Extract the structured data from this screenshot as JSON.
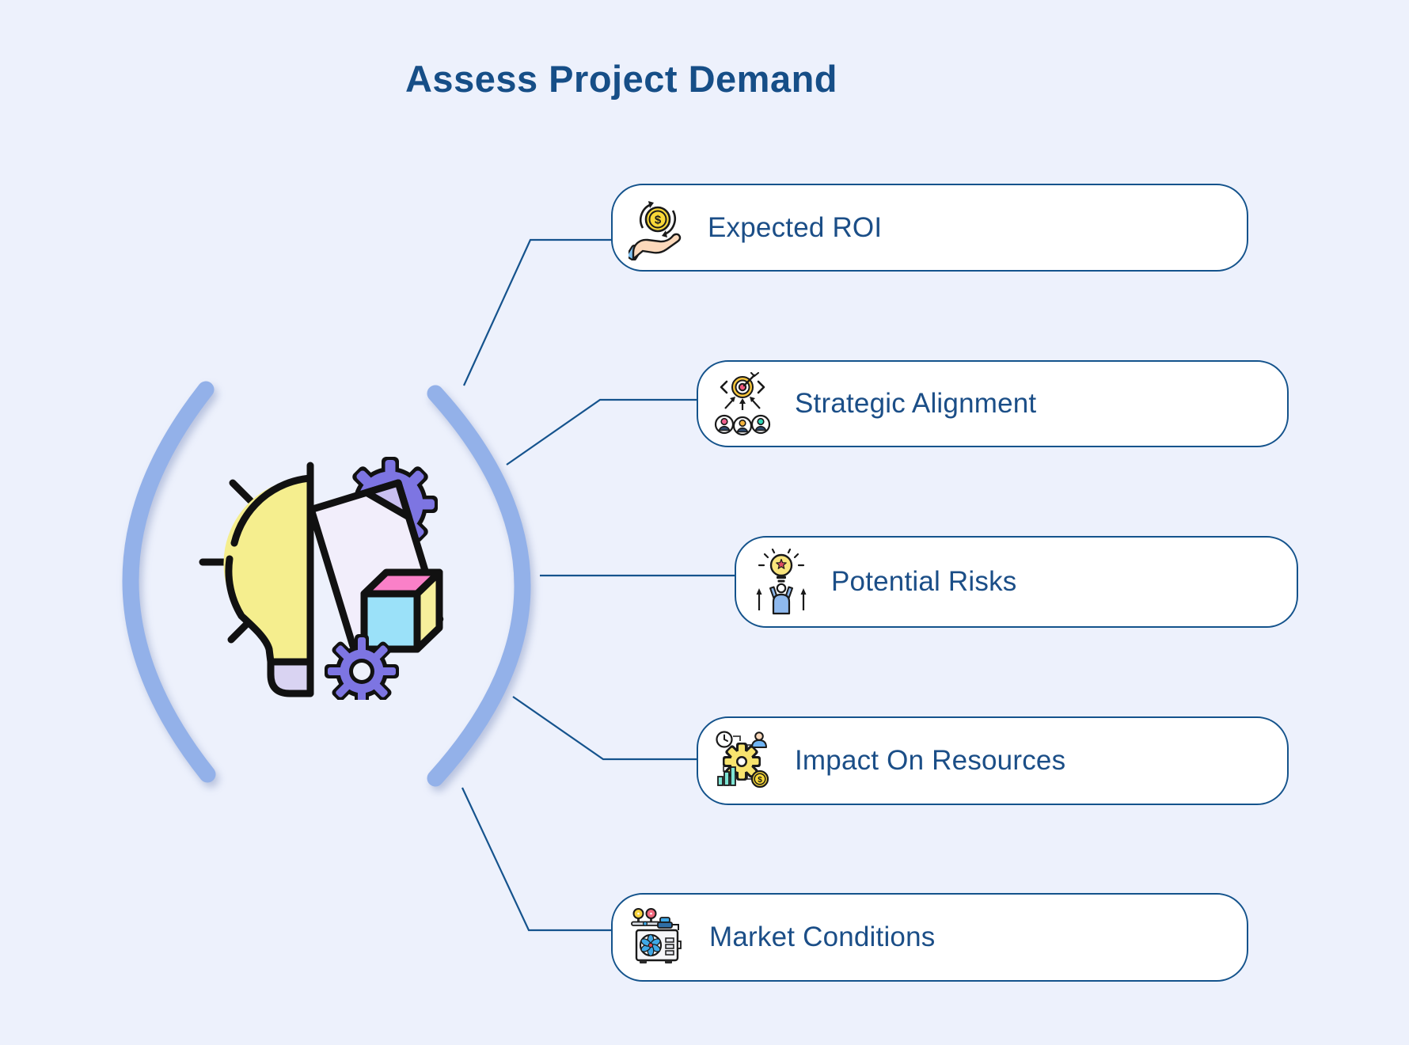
{
  "title": "Assess Project Demand",
  "colors": {
    "background": "#edf1fc",
    "title_text": "#164e87",
    "card_border": "#14538c",
    "card_background": "#ffffff",
    "card_label_text": "#1b4e87",
    "arc": "#93b1e9",
    "connector_line": "#15538d"
  },
  "cards": [
    {
      "label": "Expected ROI",
      "icon": "coin-in-hand-icon"
    },
    {
      "label": "Strategic Alignment",
      "icon": "team-target-icon"
    },
    {
      "label": "Potential Risks",
      "icon": "person-lightbulb-icon"
    },
    {
      "label": "Impact On Resources",
      "icon": "resources-gear-icon"
    },
    {
      "label": "Market Conditions",
      "icon": "air-compressor-icon"
    }
  ],
  "center": {
    "illustration": "idea-implementation-illustration"
  }
}
